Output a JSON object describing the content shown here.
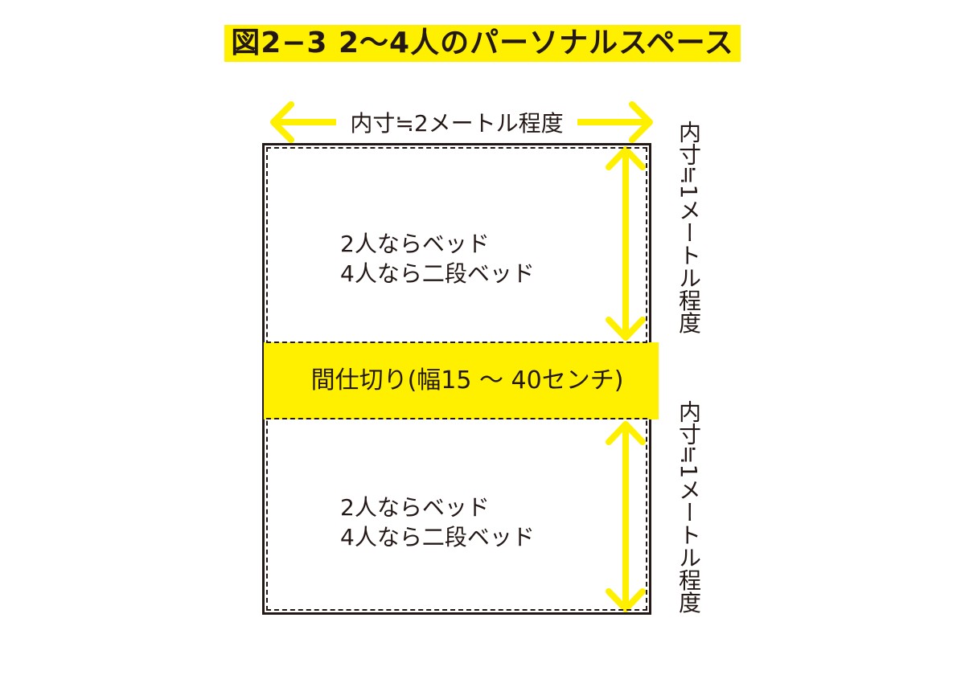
{
  "title": "図2−3 2〜4人のパーソナルスペース",
  "width_dimension": "内寸≒2メートル程度",
  "upper_room": {
    "line1": "2人ならベッド",
    "line2": "4人なら二段ベッド",
    "height_dimension": "内寸≒1メートル程度"
  },
  "partition": {
    "label": "間仕切り(幅15 〜 40センチ)"
  },
  "lower_room": {
    "line1": "2人ならベッド",
    "line2": "4人なら二段ベッド",
    "height_dimension": "内寸≒1メートル程度"
  },
  "colors": {
    "highlight": "#fff000",
    "ink": "#231815"
  }
}
